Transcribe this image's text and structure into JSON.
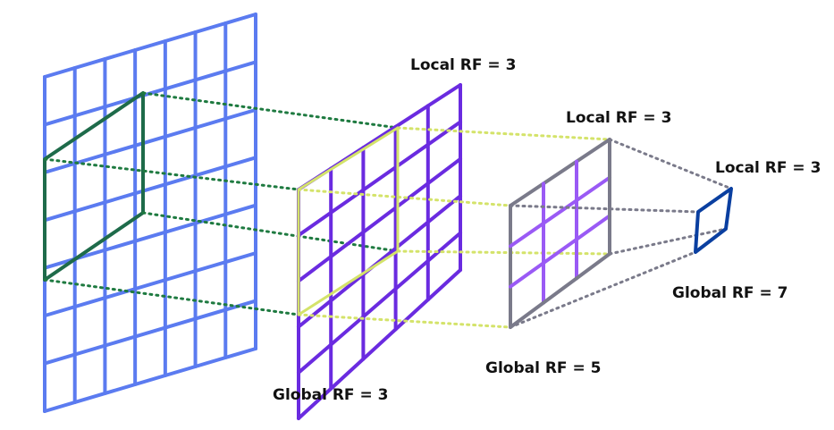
{
  "labels": {
    "local_rf_layer2": "Local RF = 3",
    "global_rf_layer2": "Global RF = 3",
    "local_rf_layer3": "Local RF = 3",
    "global_rf_layer3": "Global RF = 5",
    "local_rf_layer4": "Local RF = 3",
    "global_rf_layer4": "Global RF = 7"
  },
  "layers": [
    {
      "id": "input",
      "grid": [
        7,
        7
      ],
      "color": "#5B7BF0"
    },
    {
      "id": "layer2",
      "grid": [
        5,
        5
      ],
      "color": "#6A2BE0"
    },
    {
      "id": "layer3",
      "grid": [
        3,
        3
      ],
      "color": "#9A5AF5",
      "border": "#7A7A8A"
    },
    {
      "id": "layer4",
      "grid": [
        1,
        1
      ],
      "color": "#0A3FA0"
    }
  ],
  "highlights": {
    "input_window": {
      "cells": [
        3,
        3
      ],
      "color": "#1E6B4A"
    },
    "layer2_window": {
      "cells": [
        3,
        3
      ],
      "color": "#D4E36A"
    }
  },
  "connectors": {
    "input_to_layer2": "#1E7A40",
    "layer2_to_layer3": "#D4E36A",
    "layer3_to_layer4": "#7A7A8A"
  }
}
